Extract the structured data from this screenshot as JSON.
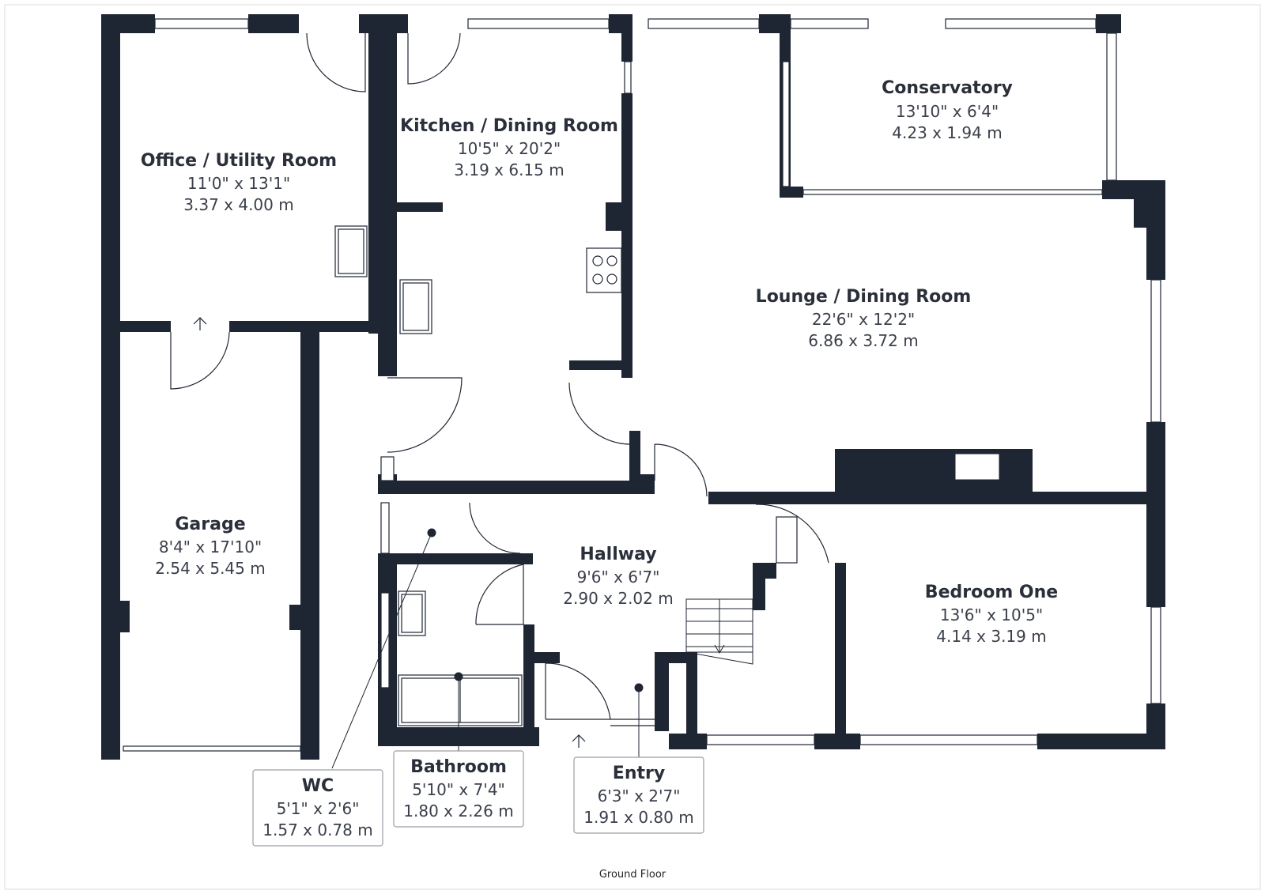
{
  "colors": {
    "wall": "#1f2633",
    "background": "#ffffff",
    "text": "#2a2f3a"
  },
  "rooms": [
    {
      "id": "office",
      "name": "Office / Utility Room",
      "imperial": "11'0\" x 13'1\"",
      "metric": "3.37 x 4.00 m"
    },
    {
      "id": "kitchen",
      "name": "Kitchen / Dining Room",
      "imperial": "10'5\" x 20'2\"",
      "metric": "3.19 x 6.15 m"
    },
    {
      "id": "conservatory",
      "name": "Conservatory",
      "imperial": "13'10\" x 6'4\"",
      "metric": "4.23 x 1.94 m"
    },
    {
      "id": "lounge",
      "name": "Lounge / Dining Room",
      "imperial": "22'6\" x 12'2\"",
      "metric": "6.86 x 3.72 m"
    },
    {
      "id": "garage",
      "name": "Garage",
      "imperial": "8'4\" x 17'10\"",
      "metric": "2.54 x 5.45 m"
    },
    {
      "id": "hallway",
      "name": "Hallway",
      "imperial": "9'6\" x 6'7\"",
      "metric": "2.90 x 2.02 m"
    },
    {
      "id": "bedroom",
      "name": "Bedroom One",
      "imperial": "13'6\" x 10'5\"",
      "metric": "4.14 x 3.19 m"
    },
    {
      "id": "wc",
      "name": "WC",
      "imperial": "5'1\" x 2'6\"",
      "metric": "1.57 x 0.78 m"
    },
    {
      "id": "bathroom",
      "name": "Bathroom",
      "imperial": "5'10\" x 7'4\"",
      "metric": "1.80 x 2.26 m"
    },
    {
      "id": "entry",
      "name": "Entry",
      "imperial": "6'3\" x 2'7\"",
      "metric": "1.91 x 0.80 m"
    }
  ],
  "floor_label": "Ground Floor"
}
